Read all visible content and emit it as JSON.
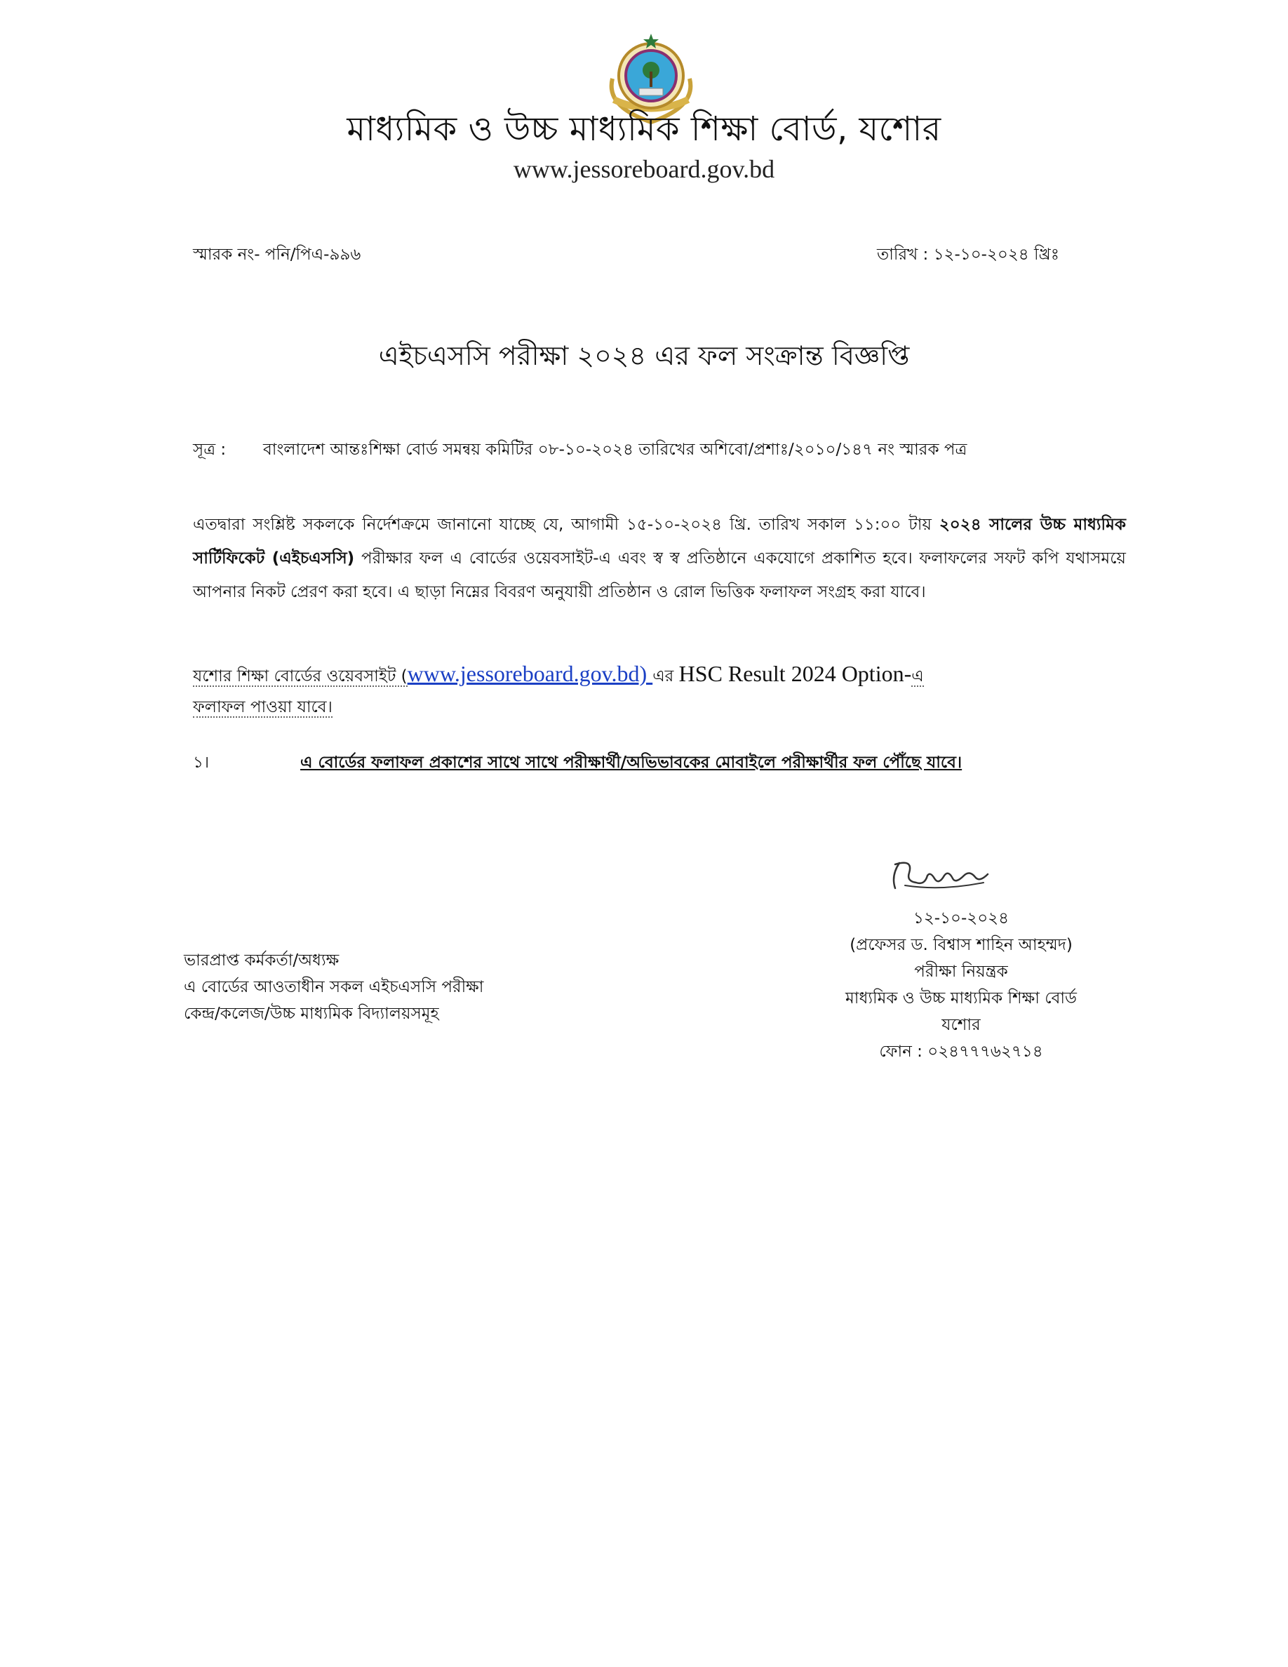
{
  "header": {
    "title": "মাধ্যমিক ও উচ্চ মাধ্যমিক শিক্ষা বোর্ড, যশোর",
    "website": "www.jessoreboard.gov.bd",
    "logo_icon": "board-seal-icon"
  },
  "memo": {
    "number": "স্মারক নং- পনি/পিএ-৯৯৬",
    "date": "তারিখ : ১২-১০-২০২৪ খ্রিঃ"
  },
  "notice_title": "এইচএসসি পরীক্ষা ২০২৪ এর ফল সংক্রান্ত বিজ্ঞপ্তি",
  "reference": {
    "label": "সূত্র :",
    "text": "বাংলাদেশ আন্তঃশিক্ষা বোর্ড সমন্বয় কমিটির  ০৮-১০-২০২৪ তারিখের অশিবো/প্রশাঃ/২০১০/১৪৭ নং স্মারক পত্র"
  },
  "body": {
    "part1": "এতদ্বারা সংশ্লিষ্ট সকলকে নির্দেশক্রমে জানানো যাচ্ছে যে, আগামী ১৫-১০-২০২৪ খ্রি. তারিখ সকাল ১১:০০ টায় ",
    "bold1": "২০২৪ সালের উচ্চ মাধ্যমিক সার্টিফিকেট (এইচএসসি)",
    "part2": " পরীক্ষার ফল এ বোর্ডের ওয়েবসাইট-এ এবং স্ব স্ব প্রতিষ্ঠানে একযোগে প্রকাশিত হবে। ফলাফলের সফট কপি যথাসময়ে আপনার নিকট প্রেরণ করা হবে। এ ছাড়া নিম্নের বিবরণ অনুযায়ী প্রতিষ্ঠান ও রোল ভিত্তিক ফলাফল সংগ্রহ করা যাবে।"
  },
  "website_line": {
    "prefix": "যশোর শিক্ষা বোর্ডের ওয়েবসাইট (",
    "link": "www.jessoreboard.gov.bd) ",
    "mid": "এর ",
    "hsc": "HSC Result 2024 Option-",
    "suffix1": "এ",
    "suffix2": "ফলাফল পাওয়া যাবে।"
  },
  "list_items": [
    {
      "number": "১।",
      "text": "এ বোর্ডের ফলাফল প্রকাশের সাথে সাথে পরীক্ষার্থী/অভিভাবকের মোবাইলে পরীক্ষার্থীর ফল পৌঁছে যাবে।"
    }
  ],
  "signature": {
    "signature_icon": "handwritten-signature-icon",
    "date": "১২-১০-২০২৪",
    "name": "(প্রফেসর ড. বিশ্বাস শাহিন আহম্মদ)",
    "designation": "পরীক্ষা নিয়ন্ত্রক",
    "organization": "মাধ্যমিক ও উচ্চ মাধ্যমিক শিক্ষা বোর্ড",
    "city": "যশোর",
    "phone": "ফোন : ০২৪৭৭৭৬২৭১৪"
  },
  "recipient": {
    "line1": "ভারপ্রাপ্ত কর্মকর্তা/অধ্যক্ষ",
    "line2": "এ বোর্ডের আওতাধীন সকল এইচএসসি পরীক্ষা",
    "line3": "কেন্দ্র/কলেজ/উচ্চ মাধ্যমিক বিদ্যালয়সমূহ"
  }
}
